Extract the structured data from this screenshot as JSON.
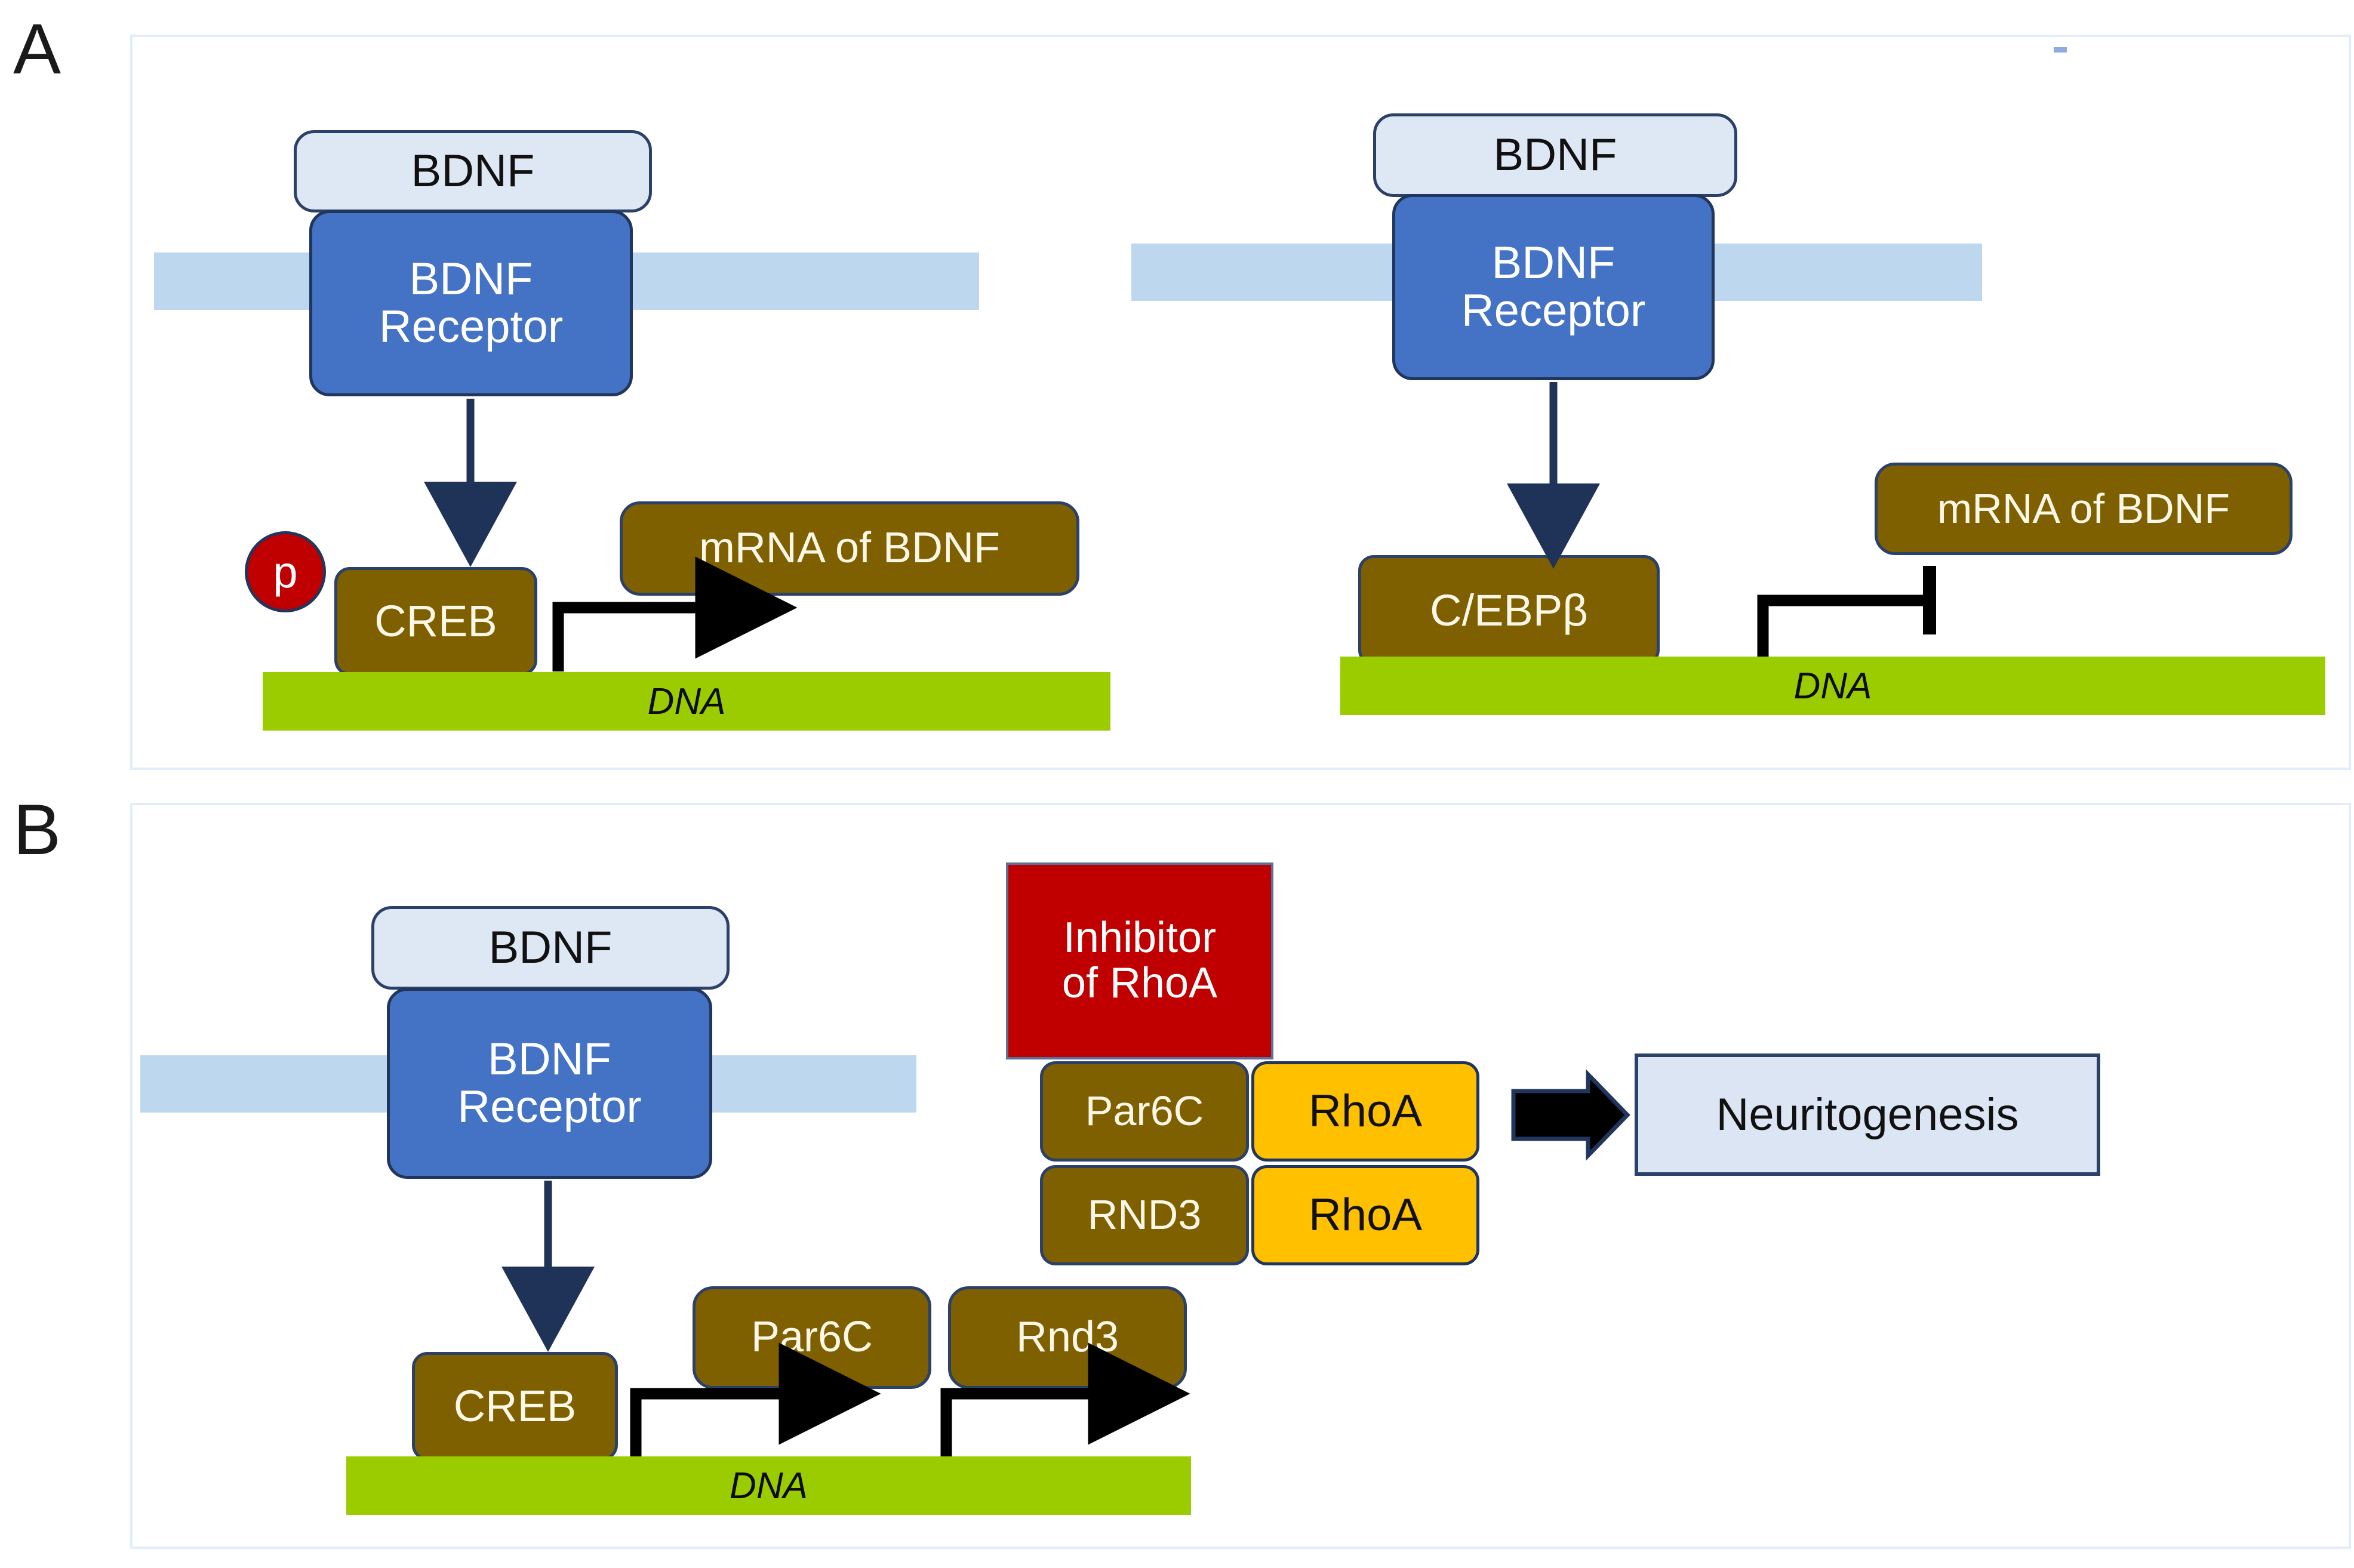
{
  "figure": {
    "panels": [
      {
        "letter": "A",
        "left_pathway": {
          "ligand": "BDNF",
          "receptor": "BDNF\nReceptor",
          "receptor_line1": "BDNF",
          "receptor_line2": "Receptor",
          "phospho_marker": "p",
          "transcription_factor": "CREB",
          "product": "mRNA of BDNF",
          "dna_label": "DNA",
          "arrow_type": "activation"
        },
        "right_pathway": {
          "ligand": "BDNF",
          "receptor_line1": "BDNF",
          "receptor_line2": "Receptor",
          "transcription_factor": "C/EBPβ",
          "product": "mRNA of BDNF",
          "dna_label": "DNA",
          "arrow_type": "inhibition"
        }
      },
      {
        "letter": "B",
        "pathway": {
          "ligand": "BDNF",
          "receptor_line1": "BDNF",
          "receptor_line2": "Receptor",
          "transcription_factor": "CREB",
          "gene_products": [
            "Par6C",
            "Rnd3"
          ],
          "dna_label": "DNA",
          "inhibitor_line1": "Inhibitor",
          "inhibitor_line2": "of RhoA",
          "complexes": [
            {
              "partner": "Par6C",
              "target": "RhoA"
            },
            {
              "partner": "RND3",
              "target": "RhoA"
            }
          ],
          "outcome": "Neuritogenesis"
        }
      }
    ],
    "colors": {
      "ligand_fill": "#dee7f4",
      "receptor_fill": "#4472c4",
      "protein_fill": "#7f6000",
      "rhoa_fill": "#ffc000",
      "inhibitor_fill": "#c00000",
      "dna_fill": "#9bcc00",
      "membrane_fill": "#bdd7ee",
      "outcome_fill": "#dce5f3",
      "border_navy": "#2b4168",
      "panel_border": "#e3ecfa"
    }
  }
}
